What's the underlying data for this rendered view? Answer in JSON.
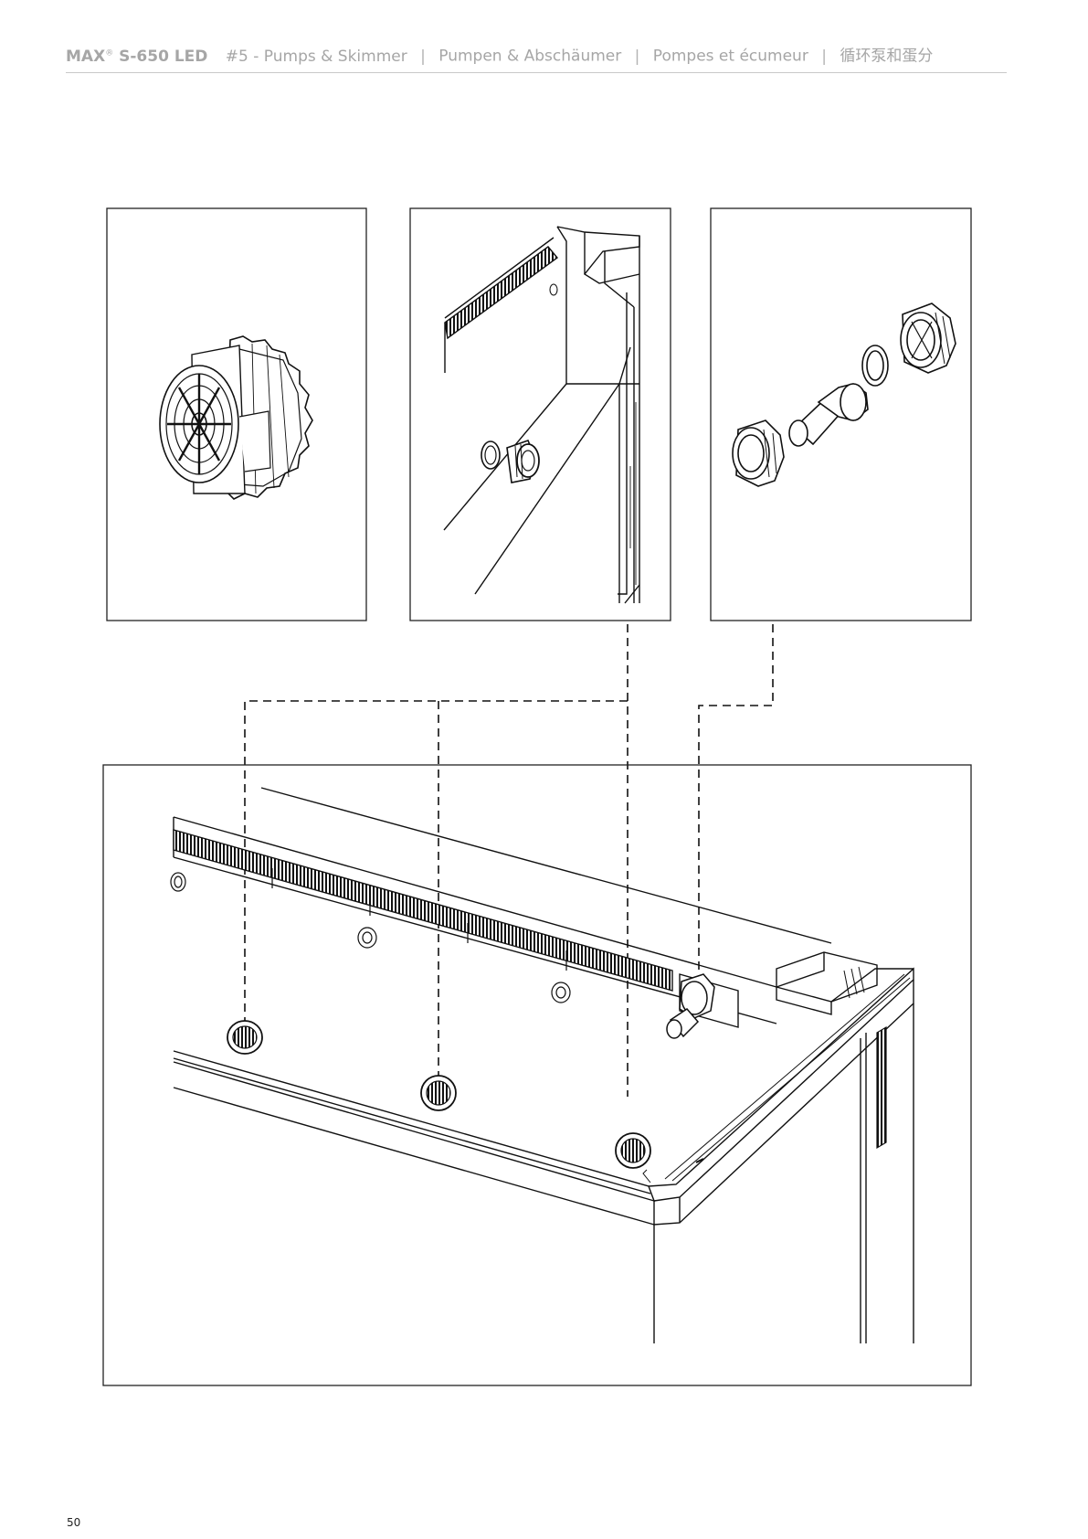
{
  "header": {
    "brand": "MAX",
    "registered_mark": "®",
    "model": "S-650 LED",
    "section": "#5 - Pumps & Skimmer",
    "german": "Pumpen & Abschäumer",
    "french": "Pompes et écumeur",
    "chinese": "循环泵和蛋分",
    "separator": "|"
  },
  "page_number": "50",
  "figures": [
    {
      "name": "strainer-detail",
      "icon": "strainer-icon"
    },
    {
      "name": "overflow-chamber-detail",
      "icon": "bulkhead-icon"
    },
    {
      "name": "return-fitting-exploded",
      "icon": "fitting-icon"
    },
    {
      "name": "aquarium-assembly",
      "icon": "aquarium-icon"
    }
  ]
}
